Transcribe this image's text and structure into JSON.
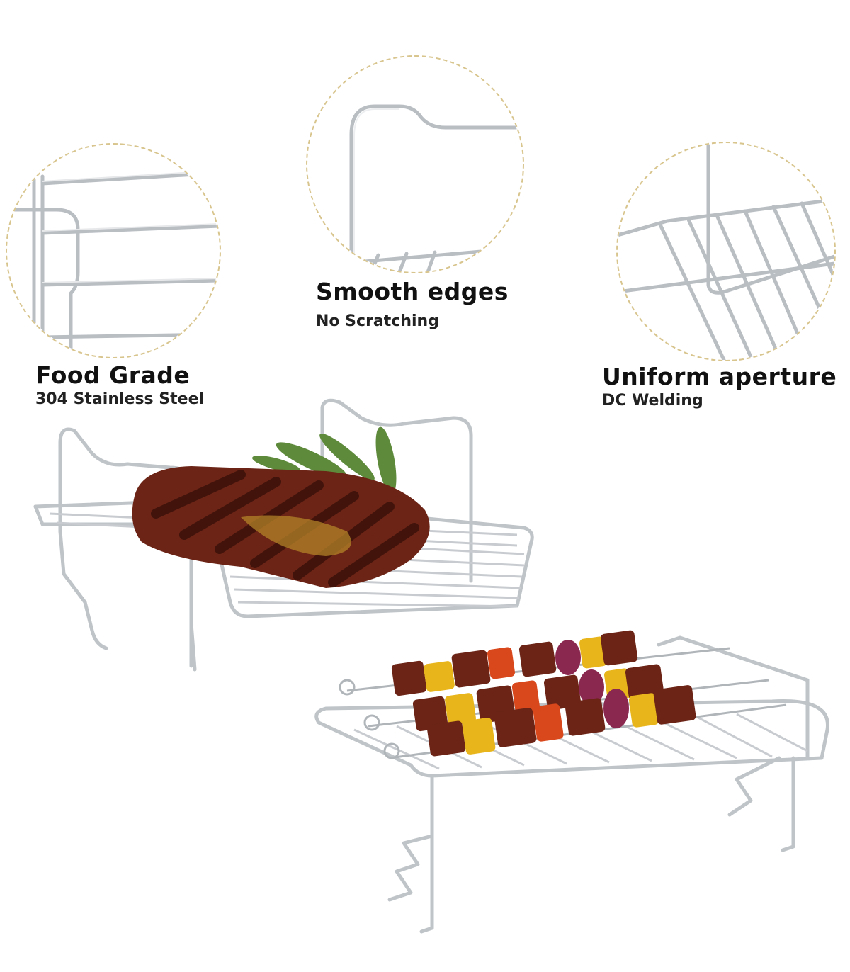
{
  "features": [
    {
      "title": "Food Grade",
      "subtitle": "304 Stainless Steel"
    },
    {
      "title": "Smooth edges",
      "subtitle": "No Scratching"
    },
    {
      "title": "Uniform aperture",
      "subtitle": "DC Welding"
    }
  ],
  "colors": {
    "circle_border": "#d8c58e",
    "steel": "#c4c8cc",
    "steel_dark": "#9aa0a6",
    "meat": "#6b2416",
    "pepper_yellow": "#e8b51a",
    "pepper_red": "#d8481c",
    "herb": "#5e8a3c"
  },
  "icons": [
    "rack-closeup-left",
    "rack-closeup-handle",
    "rack-closeup-grid",
    "steak-rack",
    "skewer-rack"
  ]
}
